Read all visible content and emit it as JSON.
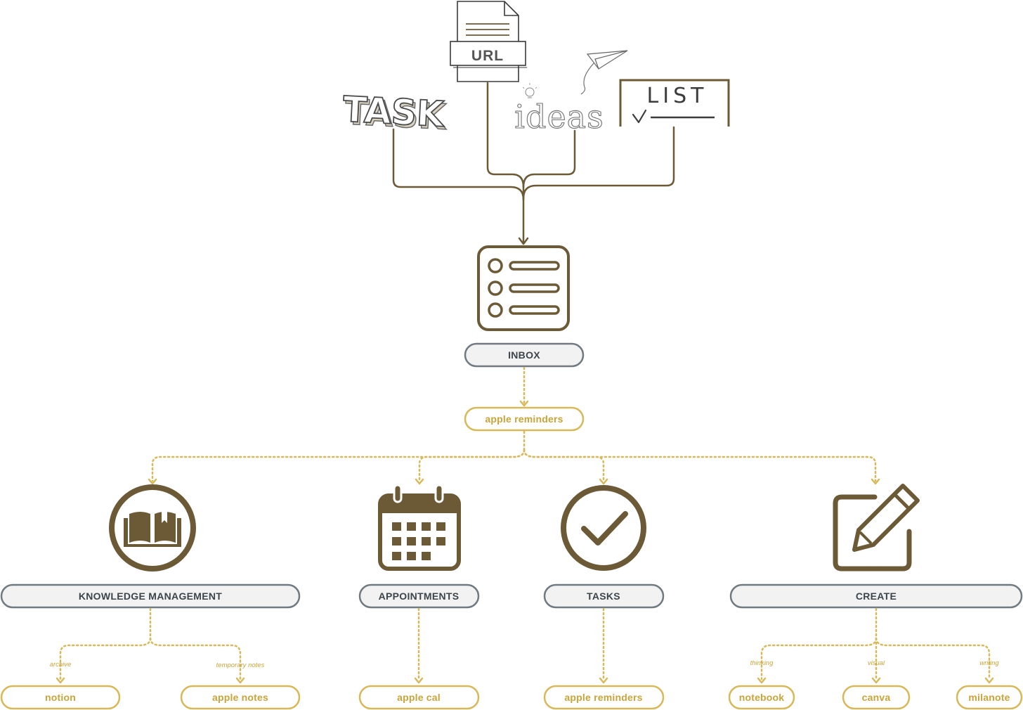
{
  "inputs": {
    "url_label": "URL",
    "task_label": "TASK",
    "ideas_label": "ideas",
    "list_label": "LIST"
  },
  "inbox": {
    "label": "INBOX",
    "tool": "apple reminders"
  },
  "categories": [
    {
      "label": "KNOWLEDGE MANAGEMENT",
      "icon": "book-icon",
      "notes": [
        "archive",
        "temporary notes"
      ],
      "tools": [
        "notion",
        "apple notes"
      ]
    },
    {
      "label": "APPOINTMENTS",
      "icon": "calendar-icon",
      "tools": [
        "apple cal"
      ]
    },
    {
      "label": "TASKS",
      "icon": "check-circle-icon",
      "tools": [
        "apple reminders"
      ]
    },
    {
      "label": "CREATE",
      "icon": "edit-icon",
      "notes": [
        "thinking",
        "visual",
        "writing"
      ],
      "tools": [
        "notebook",
        "canva",
        "milanote"
      ]
    }
  ],
  "colors": {
    "ink": "#6b5a35",
    "gold": "#d7b95a",
    "gray_border": "#6f7a82"
  }
}
